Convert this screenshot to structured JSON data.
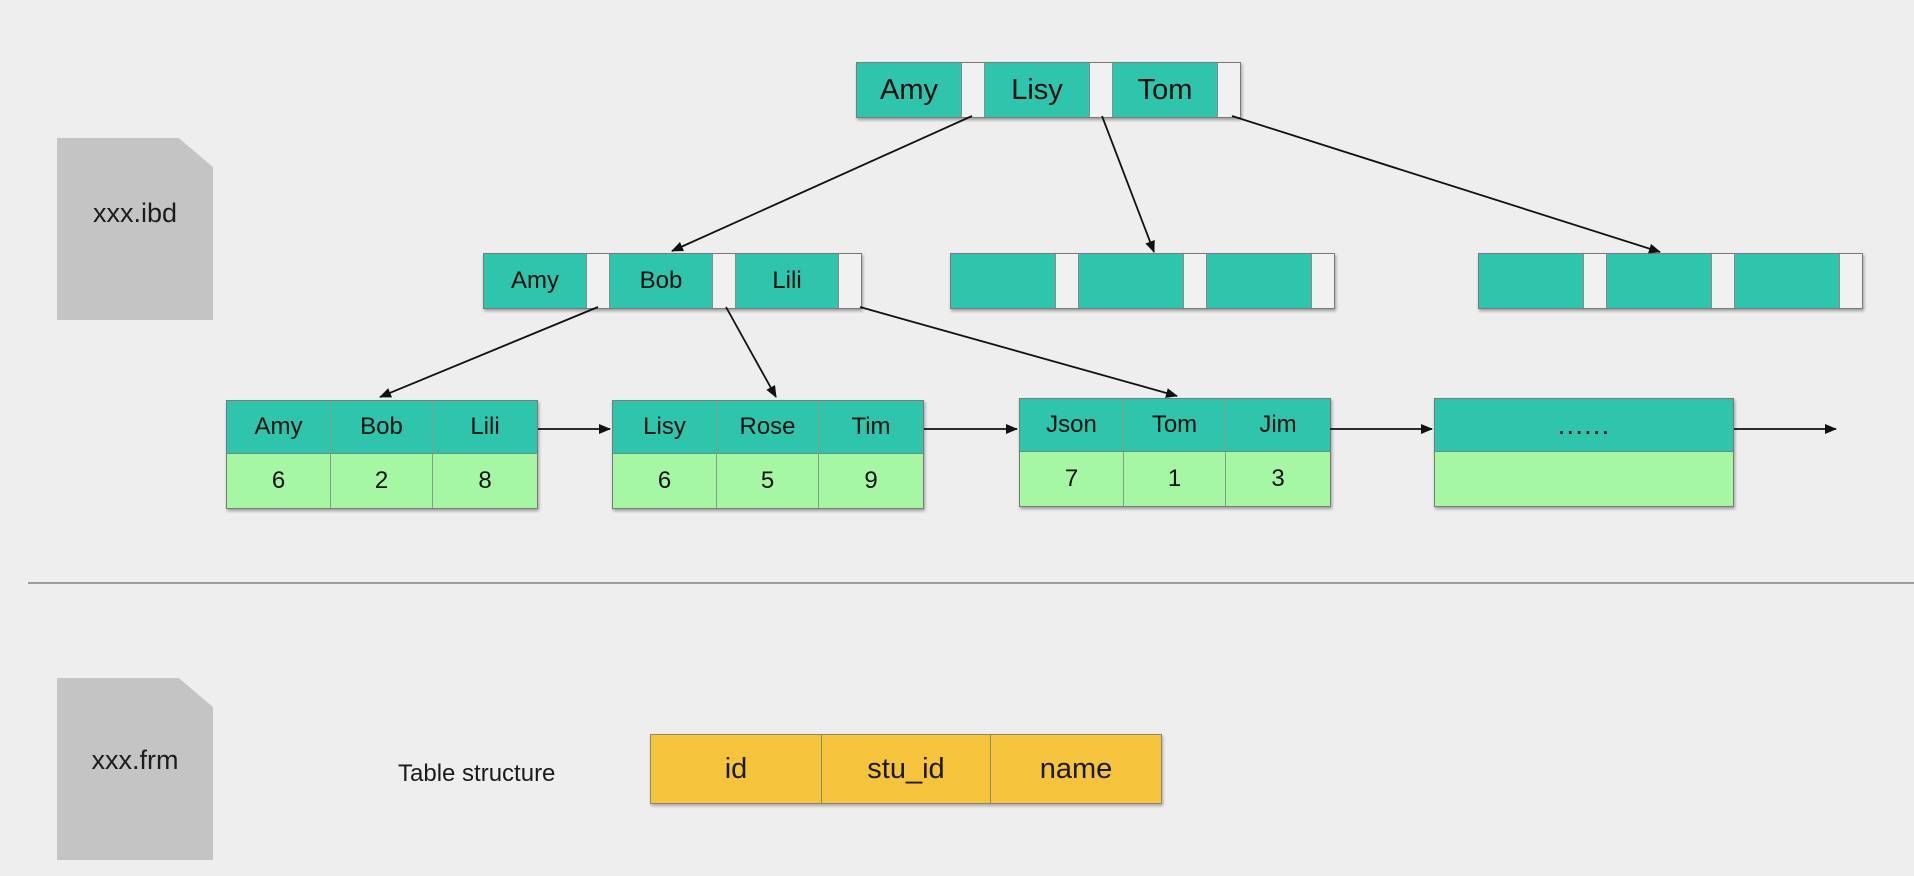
{
  "ibd_file": {
    "label": "xxx.ibd"
  },
  "frm_file": {
    "label": "xxx.frm"
  },
  "root_node": {
    "keys": [
      "Amy",
      "Lisy",
      "Tom"
    ]
  },
  "inner_nodes": [
    {
      "keys": [
        "Amy",
        "Bob",
        "Lili"
      ]
    },
    {
      "keys": [
        "",
        "",
        ""
      ]
    },
    {
      "keys": [
        "",
        "",
        ""
      ]
    }
  ],
  "leaf_nodes": [
    {
      "keys": [
        "Amy",
        "Bob",
        "Lili"
      ],
      "values": [
        "6",
        "2",
        "8"
      ]
    },
    {
      "keys": [
        "Lisy",
        "Rose",
        "Tim"
      ],
      "values": [
        "6",
        "5",
        "9"
      ]
    },
    {
      "keys": [
        "Json",
        "Tom",
        "Jim"
      ],
      "values": [
        "7",
        "1",
        "3"
      ]
    },
    {
      "keys": [
        "......"
      ],
      "values": [
        ""
      ]
    }
  ],
  "table_structure": {
    "label": "Table structure",
    "columns": [
      "id",
      "stu_id",
      "name"
    ]
  },
  "colors": {
    "node_key": "#2fc4ac",
    "leaf_value": "#a6f7a3",
    "table_column": "#f5c43c",
    "file_icon": "#c4c4c4"
  }
}
